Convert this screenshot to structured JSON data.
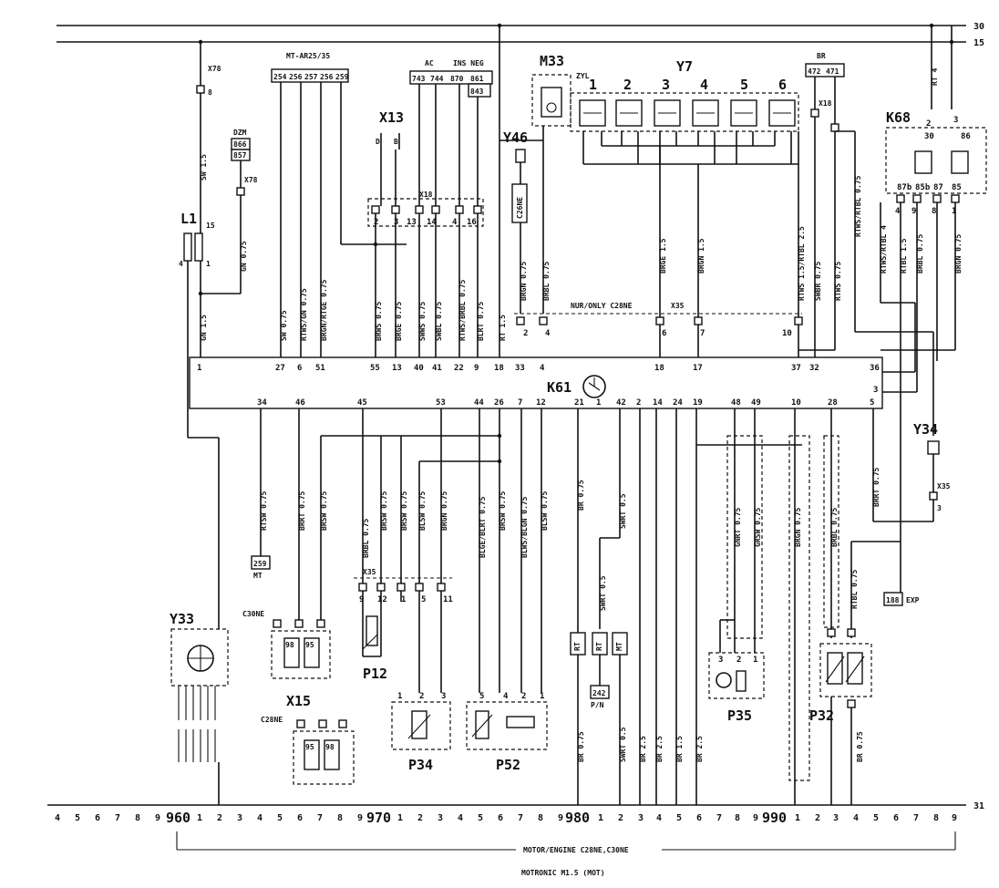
{
  "rails": {
    "top_a": "30",
    "top_b": "15",
    "bottom": "31"
  },
  "main_unit": {
    "name": "K61"
  },
  "connectors": {
    "x78": "X78",
    "x13": "X13",
    "x18": "X18",
    "x35": "X35",
    "x15": "X15"
  },
  "variant_labels": {
    "mt_ar": "MT-AR25/35",
    "ac": "AC",
    "ins_neg": "INS NEG",
    "nur_only": "NUR/ONLY C28NE",
    "c30ne": "C30NE",
    "c28ne": "C28NE",
    "c26ne": "C26NE"
  },
  "components": {
    "L1": "L1",
    "Y7": "Y7",
    "M33": "M33",
    "Y46": "Y46",
    "K68": "K68",
    "Y34": "Y34",
    "Y33": "Y33",
    "P12": "P12",
    "P34": "P34",
    "P52": "P52",
    "P35": "P35",
    "P32": "P32",
    "DZM": "DZM",
    "BR": "BR",
    "ZYL": "ZYL"
  },
  "cylinder_labels": [
    "1",
    "2",
    "3",
    "4",
    "5",
    "6"
  ],
  "ref_boxes": {
    "mt": [
      "254",
      "256",
      "257",
      "256",
      "259"
    ],
    "ac": [
      "743",
      "744"
    ],
    "ins": [
      "870",
      "861"
    ],
    "ins2": "843",
    "dzm": [
      "866",
      "857"
    ],
    "br": [
      "472",
      "471"
    ],
    "ref259": "259",
    "ref_mt": "MT",
    "ref242": "242",
    "ref_pn": "P/N",
    "ref_rt": [
      "RT",
      "RT",
      "MT"
    ],
    "ref188": "188",
    "exp": "EXP"
  },
  "k61_top_pins": [
    "1",
    "27",
    "6",
    "51",
    "55",
    "13",
    "40",
    "41",
    "22",
    "9",
    "18",
    "33",
    "4",
    "18",
    "17",
    "37",
    "32",
    "36"
  ],
  "k61_bottom_pins": [
    "34",
    "46",
    "45",
    "53",
    "44",
    "26",
    "7",
    "12",
    "21",
    "1",
    "42",
    "2",
    "14",
    "24",
    "19",
    "48",
    "49",
    "10",
    "28",
    "5"
  ],
  "k61_right_pin": "3",
  "x18_pins": [
    "2",
    "3",
    "13",
    "14",
    "4",
    "16"
  ],
  "x35_mid_pins": [
    "2",
    "4",
    "6",
    "7",
    "10"
  ],
  "x35_left_pins": [
    "9",
    "12",
    "1",
    "5",
    "11"
  ],
  "wire_labels_top": [
    "SW 1.5",
    "GN 0.75",
    "GN 1.5",
    "SW 0.75",
    "RTWS/GN 0.75",
    "BRGN/RTGE 0.75",
    "BRWS 0.75",
    "BRGE 0.75",
    "SWWS 0.75",
    "SWBL 0.75",
    "RTWS/BRBL 0.75",
    "BLRT 0.75",
    "RT 1.5",
    "BRGN 0.75",
    "BRBL 0.75",
    "BRGE 1.5",
    "BRGN 1.5",
    "RTWS 1.5/RTBL 2.5",
    "SWBR 0.75",
    "RTWS 0.75",
    "RTWS/RTBL 0.75",
    "RTWS/RTBL 4",
    "RTBL 1.5",
    "BRBL 0.75",
    "BRGN 0.75",
    "RT 4"
  ],
  "wire_labels_bottom": [
    "RTSW 0.75",
    "BRRT 0.75",
    "BRSW 0.75",
    "BRBL 0.75",
    "BRSW 0.75",
    "BRSW 0.75",
    "BLSW 0.75",
    "BRGN 0.75",
    "BLGE/BLRT 0.75",
    "BRSW 0.75",
    "BLWS/BLGN 0.75",
    "BLSW 0.75",
    "BR 0.75",
    "SWRT 0.5",
    "SWRT 0.5",
    "GNRT 0.75",
    "GRSW 0.75",
    "BRGN 0.75",
    "BRBL 0.75",
    "RTBL 0.75",
    "BRRT 0.75"
  ],
  "wire_labels_ground": [
    "BR 0.75",
    "SWRT 0.5",
    "BR 2.5",
    "BR 2.5",
    "BR 1.5",
    "BR 2.5",
    "BR 0.75"
  ],
  "k68_pins": [
    "87b",
    "85b",
    "87",
    "85",
    "4",
    "9",
    "8",
    "1",
    "2",
    "3",
    "30",
    "86"
  ],
  "y34_pins": [
    "X35",
    "3"
  ],
  "scale": {
    "group_960": [
      "4",
      "5",
      "6",
      "7",
      "8",
      "9",
      "960",
      "1",
      "2",
      "3",
      "4",
      "5",
      "6",
      "7",
      "8",
      "9"
    ],
    "group_970": [
      "970",
      "1",
      "2",
      "3",
      "4",
      "5",
      "6",
      "7",
      "8",
      "9"
    ],
    "group_980": [
      "980",
      "1",
      "2",
      "3",
      "4",
      "5",
      "6",
      "7",
      "8",
      "9"
    ],
    "group_990": [
      "990",
      "1",
      "2",
      "3",
      "4",
      "5",
      "6",
      "7",
      "8",
      "9"
    ]
  },
  "footer": {
    "engine": "MOTOR/ENGINE C28NE,C30NE",
    "system": "MOTRONIC M1.5 (MOT)"
  }
}
